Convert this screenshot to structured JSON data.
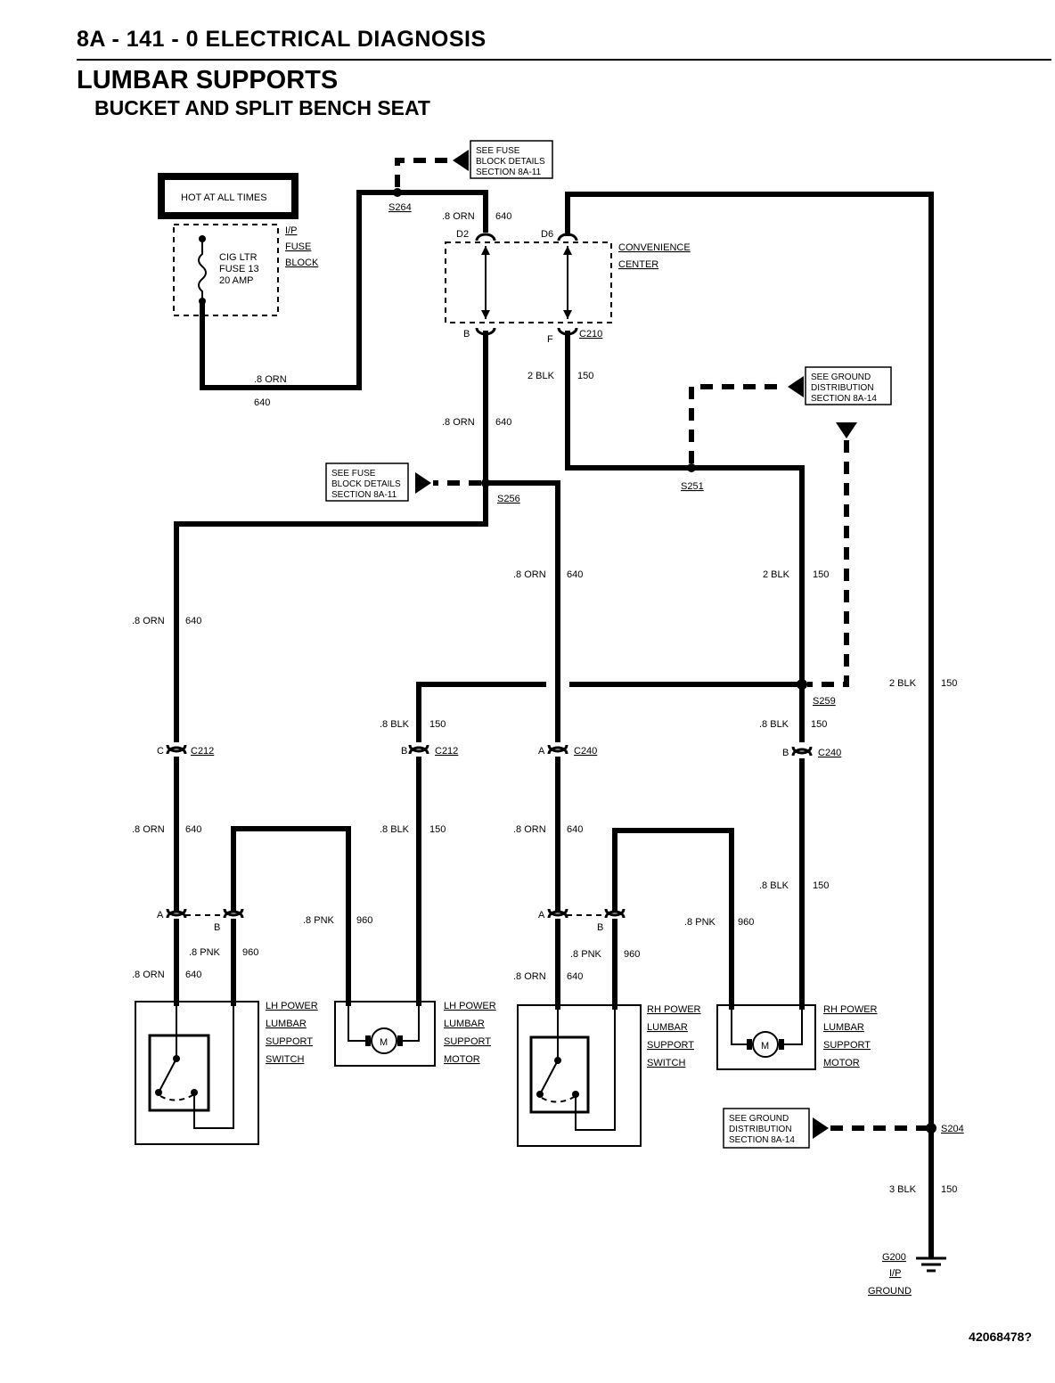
{
  "header": {
    "page": "8A - 141 - 0  ELECTRICAL DIAGNOSIS",
    "title": "LUMBAR SUPPORTS",
    "subtitle": "BUCKET AND SPLIT BENCH SEAT"
  },
  "doc_id": "42068478?",
  "fuse_block": {
    "hot_label": "HOT AT ALL TIMES",
    "fuse_lines": [
      "CIG LTR",
      "FUSE 13",
      "20 AMP"
    ],
    "block_lines": [
      "I/P",
      "FUSE",
      "BLOCK"
    ]
  },
  "notes": {
    "fuse_top": [
      "SEE FUSE",
      "BLOCK DETAILS",
      "SECTION 8A-11"
    ],
    "fuse_mid": [
      "SEE FUSE",
      "BLOCK DETAILS",
      "SECTION 8A-11"
    ],
    "ground_top": [
      "SEE GROUND",
      "DISTRIBUTION",
      "SECTION 8A-14"
    ],
    "ground_bottom": [
      "SEE GROUND",
      "DISTRIBUTION",
      "SECTION 8A-14"
    ]
  },
  "convenience_center": [
    "CONVENIENCE",
    "CENTER"
  ],
  "splices": {
    "s264": "S264",
    "s256": "S256",
    "s251": "S251",
    "s259": "S259",
    "s204": "S204"
  },
  "connectors": {
    "c210": "C210",
    "c212": "C212",
    "c240": "C240",
    "d2": "D2",
    "d6": "D6",
    "b": "B",
    "f": "F",
    "a": "A",
    "c": "C"
  },
  "wires": {
    "orn_08": ".8 ORN",
    "c640": "640",
    "blk_2": "2 BLK",
    "blk_08": ".8 BLK",
    "blk_3": "3 BLK",
    "c150": "150",
    "pnk_08": ".8 PNK",
    "c960": "960"
  },
  "components": {
    "lh_switch": [
      "LH POWER",
      "LUMBAR",
      "SUPPORT",
      "SWITCH"
    ],
    "lh_motor": [
      "LH POWER",
      "LUMBAR",
      "SUPPORT",
      "MOTOR"
    ],
    "rh_switch": [
      "RH POWER",
      "LUMBAR",
      "SUPPORT",
      "SWITCH"
    ],
    "rh_motor": [
      "RH POWER",
      "LUMBAR",
      "SUPPORT",
      "MOTOR"
    ],
    "motor_symbol": "M"
  },
  "ground": {
    "lines": [
      "G200",
      "I/P",
      "GROUND"
    ]
  }
}
